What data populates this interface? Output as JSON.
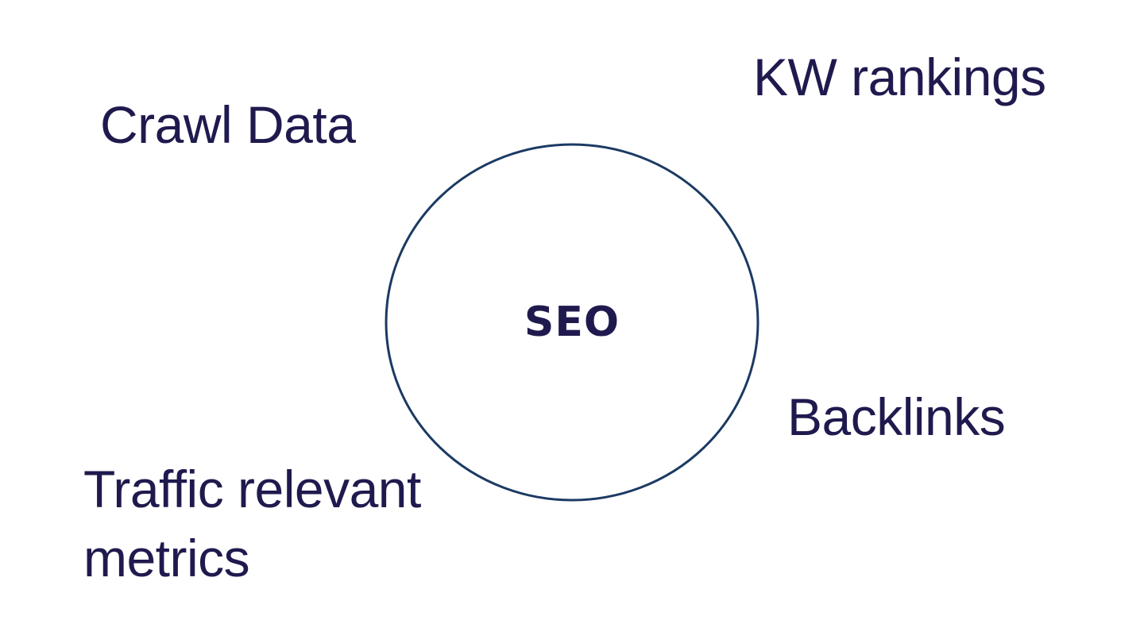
{
  "colors": {
    "text": "#1f1a4e",
    "circle_stroke": "#1b3a63",
    "background": "#ffffff"
  },
  "center": {
    "label": "SEO"
  },
  "nodes": {
    "crawl_data": "Crawl Data",
    "kw_rankings": "KW rankings",
    "backlinks": "Backlinks",
    "traffic_line1": "Traffic relevant",
    "traffic_line2": "metrics"
  }
}
